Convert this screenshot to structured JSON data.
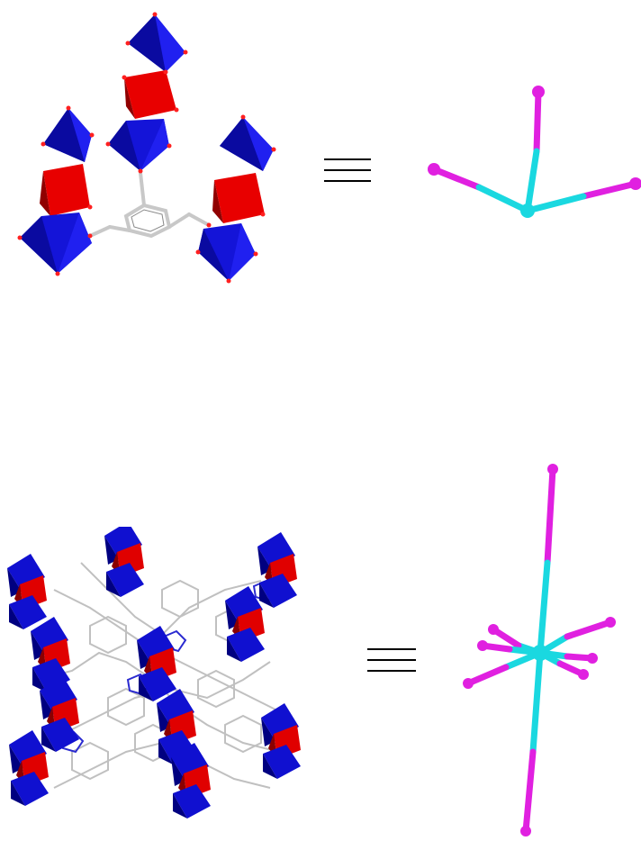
{
  "figure": {
    "colors": {
      "octahedron_blue": "#1010d0",
      "octahedron_dark": "#000080",
      "octahedron_red": "#e00000",
      "octahedron_red_dark": "#8a0000",
      "oxygen_atom": "#ff2020",
      "ligand_bond": "#c8c8c8",
      "node_cyan": "#1ad8e0",
      "node_magenta": "#e020e0",
      "equivalence_lines": "#000000"
    },
    "top_row": {
      "structure": {
        "units": [
          "blue",
          "red",
          "blue",
          "blue",
          "red",
          "blue",
          "blue",
          "red",
          "blue"
        ]
      },
      "equivalence": "≡",
      "node": {
        "connectivity": 3,
        "arm_colors": [
          "cyan",
          "magenta"
        ]
      }
    },
    "bottom_row": {
      "structure": {
        "units": [
          "blue-red",
          "blue-red",
          "blue-red",
          "blue-red",
          "blue-red",
          "blue-red",
          "blue-red",
          "blue-red",
          "blue-red",
          "blue-red",
          "blue-red"
        ]
      },
      "equivalence": "≡",
      "node": {
        "connectivity": 8,
        "arm_colors": [
          "cyan",
          "magenta"
        ]
      }
    }
  }
}
